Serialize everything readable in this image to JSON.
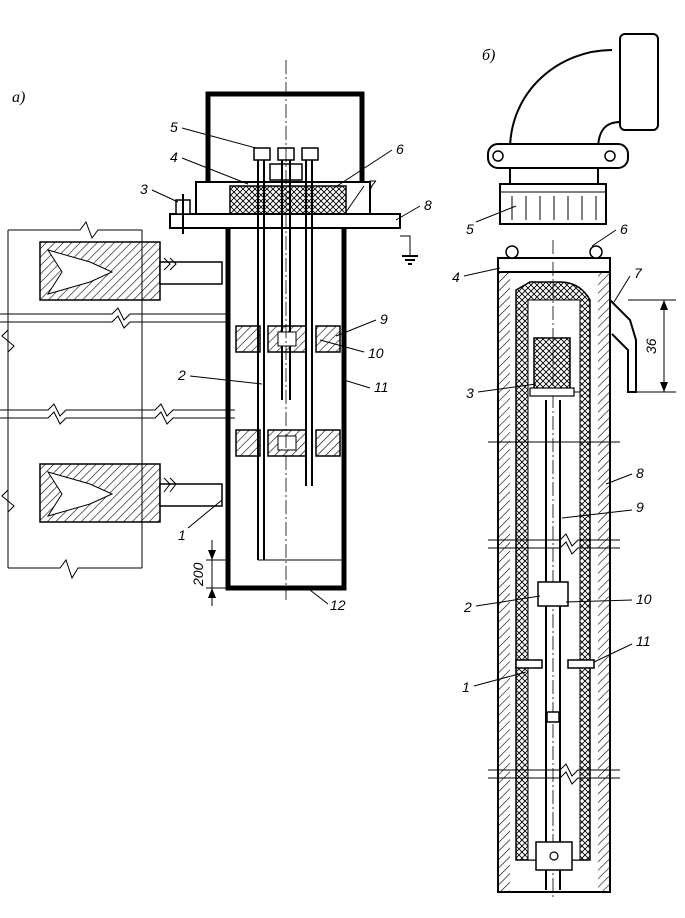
{
  "panel_a": {
    "panel_label": "а)",
    "callouts": [
      "1",
      "2",
      "3",
      "4",
      "5",
      "6",
      "7",
      "8",
      "9",
      "10",
      "11",
      "12"
    ],
    "dimension": "200"
  },
  "panel_b": {
    "panel_label": "б)",
    "callouts": [
      "1",
      "2",
      "3",
      "4",
      "5",
      "6",
      "7",
      "8",
      "9",
      "10",
      "11"
    ],
    "dimension": "36"
  }
}
